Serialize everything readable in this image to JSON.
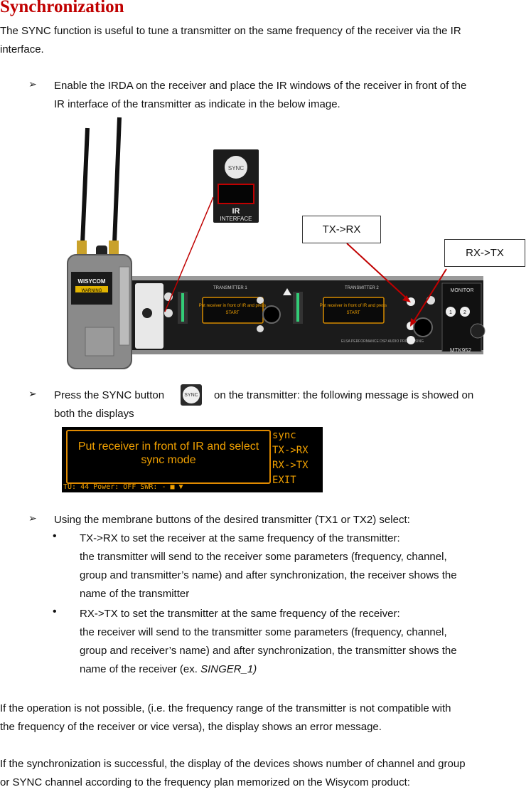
{
  "title": "Synchronization",
  "intro": [
    "The SYNC function is useful to tune a transmitter on the same frequency of the receiver via the IR",
    "interface."
  ],
  "step1": [
    "Enable the IRDA on the receiver and place the IR windows of the receiver in front of the",
    "IR interface of the transmitter as indicate in the below image."
  ],
  "figure": {
    "sync_label": "SYNC",
    "ir_label": "IR",
    "interface_label": "INTERFACE",
    "callout_txrx": "TX->RX",
    "callout_rxtx": "RX->TX",
    "brand": "WISYCOM",
    "warning": "WARNING",
    "transmitter1": "TRANSMITTER 1",
    "transmitter2": "TRANSMITTER 2",
    "lcd_small": [
      "Put receiver in front of IR and press",
      "START"
    ],
    "monitor": "MONITOR",
    "model": "MTK952",
    "processing": "ELSA PERFORMANCE DSP AUDIO PROCESSING",
    "btn1": "1",
    "btn2": "2"
  },
  "step2_before": "Press the SYNC button",
  "step2_after": "on the transmitter: the following message is showed on",
  "step2_line2": "both the displays",
  "sync_icon_label": "SYNC",
  "display": {
    "main": [
      "Put receiver in front of IR and select",
      "sync mode"
    ],
    "side": [
      "sync",
      "TX->RX",
      "RX->TX",
      "EXIT"
    ],
    "status": "TU: 44   Power: OFF     SWR: -           ■  ▼"
  },
  "step3": "Using the membrane buttons of the desired transmitter (TX1 or TX2) select:",
  "b1": [
    "TX->RX to set the receiver at the same frequency of the transmitter:",
    "the transmitter will send to the receiver some parameters (frequency, channel,",
    "group and transmitter’s name) and after synchronization, the receiver shows the",
    "name of the transmitter"
  ],
  "b2": [
    "RX->TX to set the transmitter at the same frequency of the receiver:",
    "the receiver will  send to the transmitter some parameters (frequency, channel,",
    "group and receiver’s name) and after synchronization, the transmitter shows the",
    "name of the receiver (ex. "
  ],
  "b2_italic": "SINGER_1)",
  "para_err": [
    "If the operation is not possible, (i.e. the frequency range of the transmitter is not compatible with",
    "the frequency of the receiver or vice versa), the display shows an error message."
  ],
  "para_ok": [
    "If the synchronization is successful, the display of the devices shows number of channel and group",
    "or SYNC channel according to the frequency plan memorized on the Wisycom product:"
  ]
}
